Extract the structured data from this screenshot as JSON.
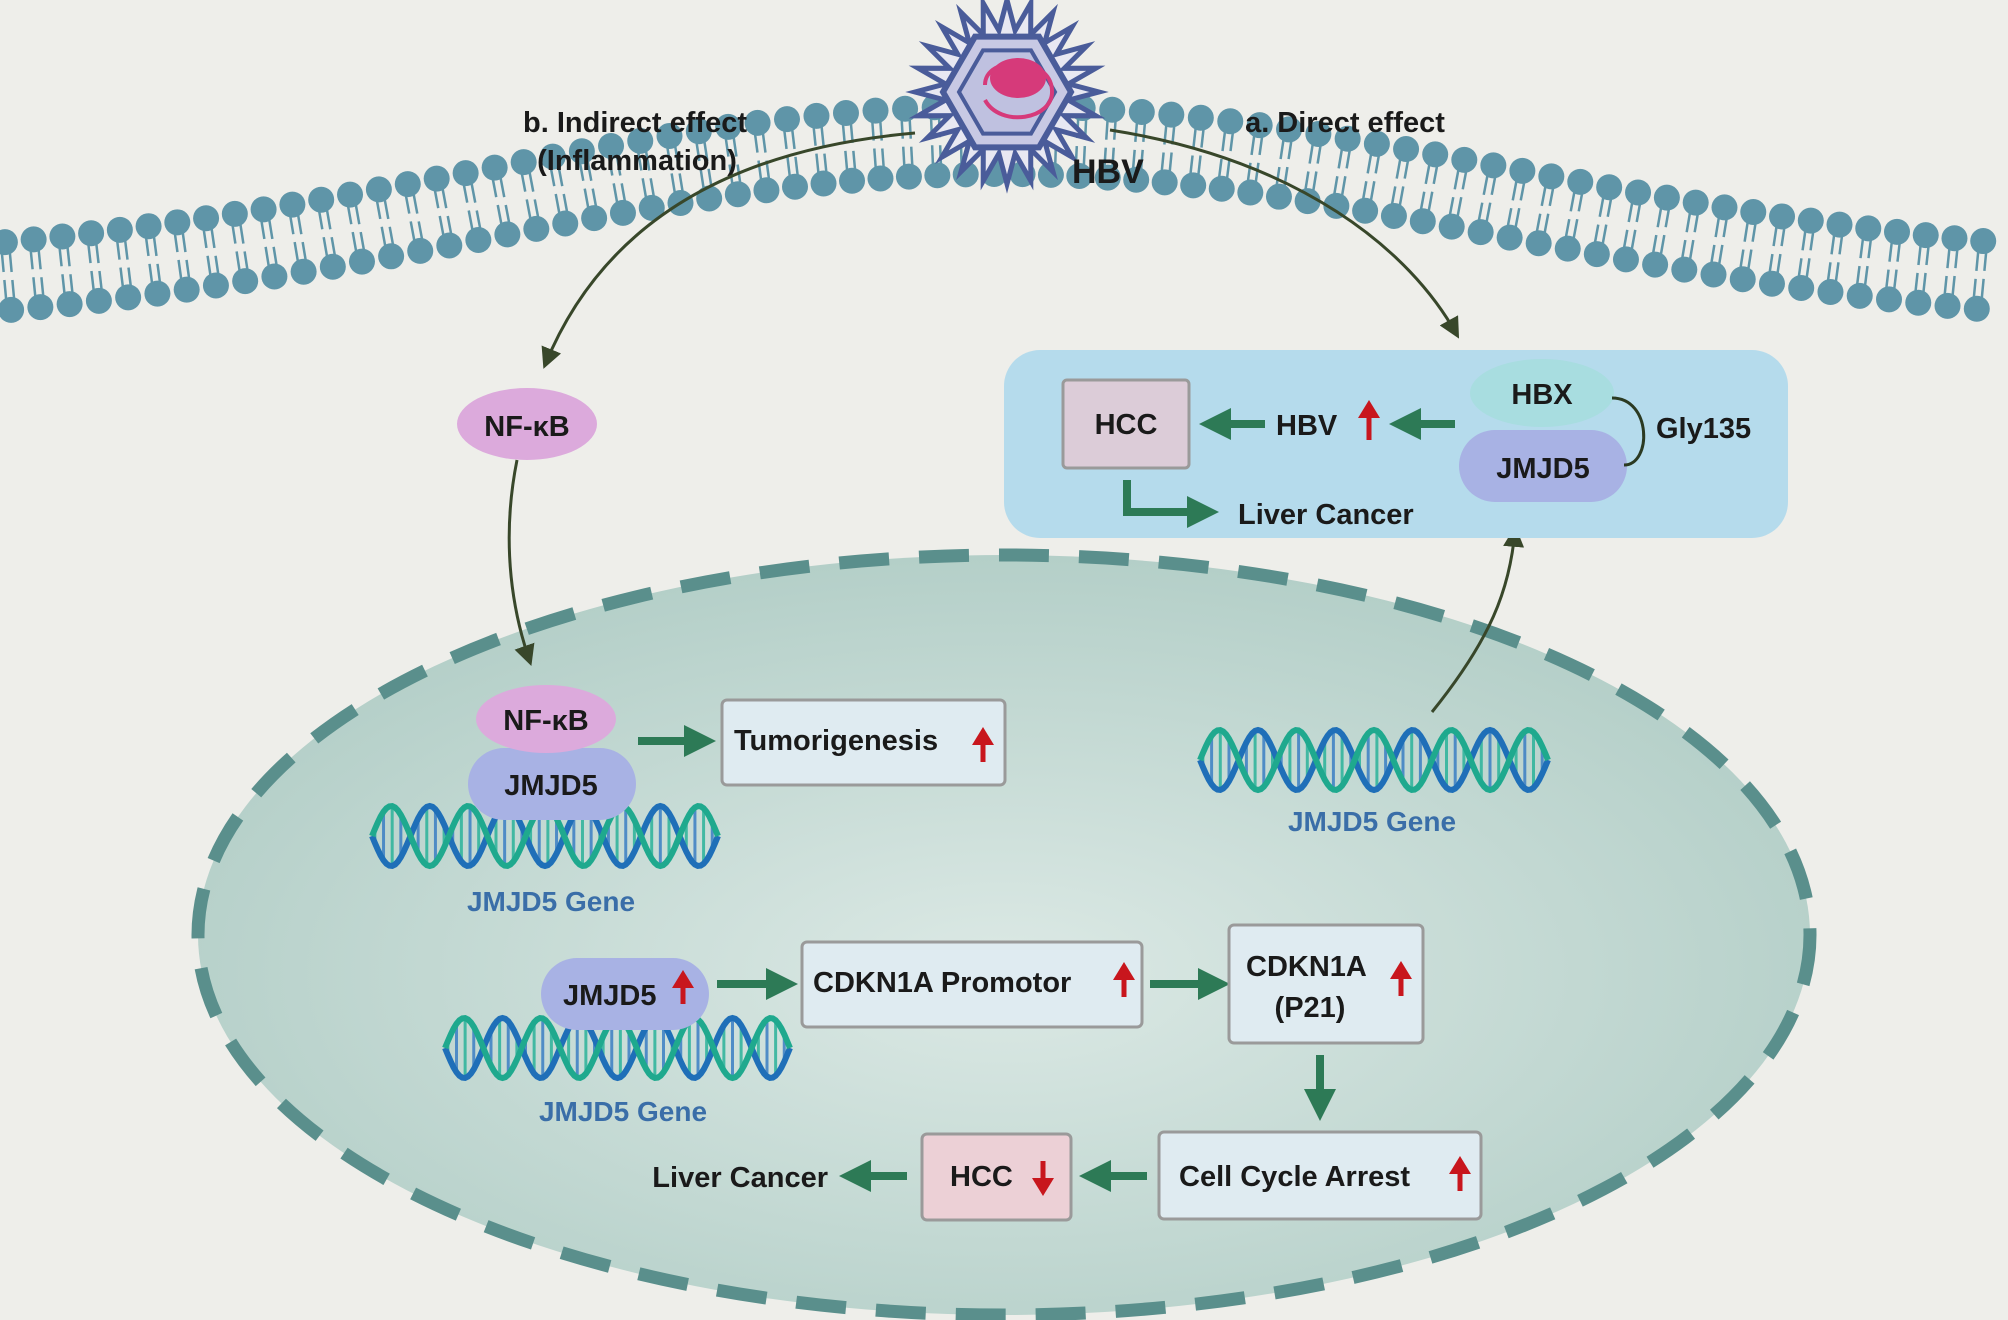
{
  "virus": {
    "label": "HBV"
  },
  "pathways": {
    "indirect": {
      "line1": "b. Indirect effect",
      "line2": "(Inflammation)"
    },
    "direct": {
      "label": "a. Direct effect"
    }
  },
  "cytoplasm": {
    "nfkb": "NF-κB",
    "hcc": "HCC",
    "hbv": "HBV",
    "hbx": "HBX",
    "jmjd5": "JMJD5",
    "gly": "Gly135",
    "liver_cancer": "Liver Cancer"
  },
  "nucleus": {
    "nfkb": "NF-κB",
    "jmjd5_top": "JMJD5",
    "gene_left": "JMJD5 Gene",
    "tumorigenesis": "Tumorigenesis",
    "gene_right": "JMJD5 Gene",
    "jmjd5_bottom": "JMJD5",
    "gene_bottom": "JMJD5 Gene",
    "cdkn1a_promotor": "CDKN1A Promotor",
    "cdkn1a_line1": "CDKN1A",
    "cdkn1a_line2": "(P21)",
    "cell_cycle_arrest": "Cell Cycle Arrest",
    "hcc": "HCC",
    "liver_cancer": "Liver Cancer"
  },
  "colors": {
    "background": "#eeeeea",
    "membrane": "#5f95a8",
    "nucleus_fill": "#c2d9d3",
    "nucleus_border": "#5a8f8c",
    "green_arrow": "#2d7a56",
    "dark_arrow": "#38472a",
    "red_arrow": "#c8161d",
    "jmjd5_fill": "#a8b2e4",
    "nfkb_fill": "#dcaadc",
    "hbx_fill": "#a8dde0",
    "gene_label": "#3a6ea8",
    "complex_panel": "#b5dbec"
  }
}
